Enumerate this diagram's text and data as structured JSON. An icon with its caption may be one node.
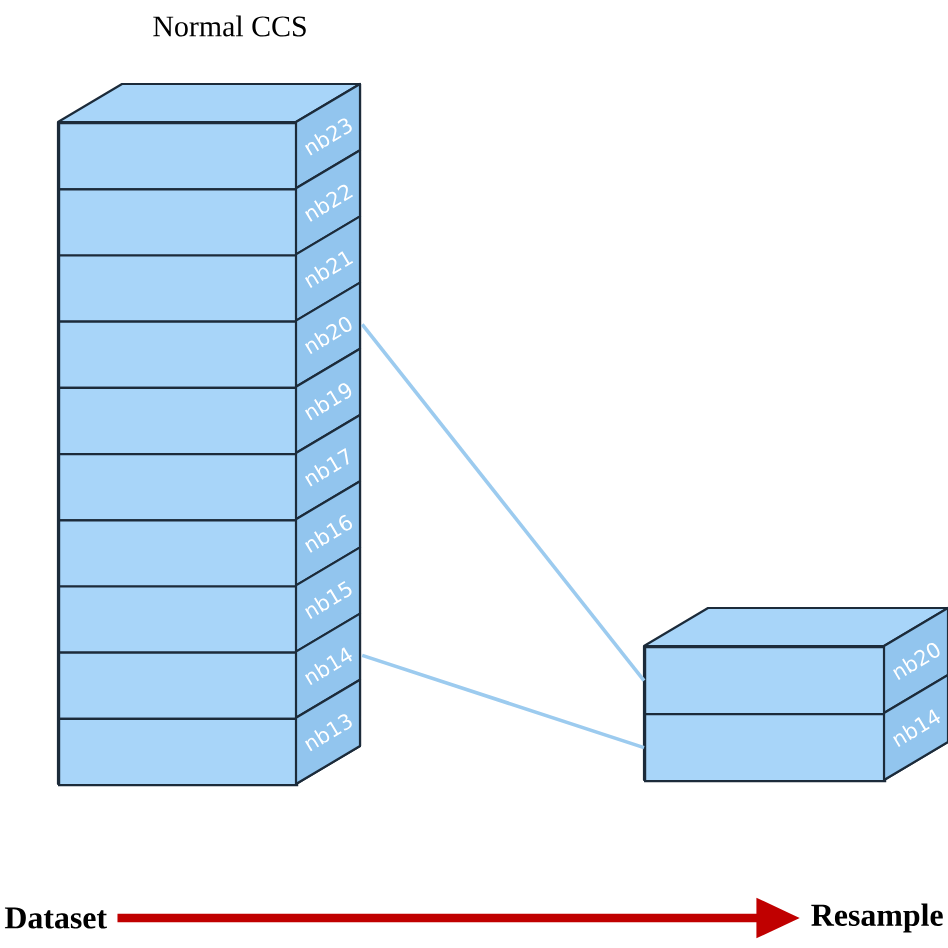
{
  "diagram": {
    "nodes": [
      {
        "text": [
          "Normal CCS"
        ]
      },
      {
        "text": [
          "nb23"
        ],
        "in": 0
      },
      {
        "text": [
          "nb22"
        ],
        "in": 0
      },
      {
        "text": [
          "nb21"
        ],
        "in": 0
      },
      {
        "text": [
          "nb20"
        ],
        "in": 0
      },
      {
        "text": [
          "nb19"
        ],
        "in": 0
      },
      {
        "text": [
          "nb17"
        ],
        "in": 0
      },
      {
        "text": [
          "nb16"
        ],
        "in": 0
      },
      {
        "text": [
          "nb15"
        ],
        "in": 0
      },
      {
        "text": [
          "nb14"
        ],
        "in": 0
      },
      {
        "text": [
          "nb13"
        ],
        "in": 0
      },
      {
        "text": [],
        "shape": "box"
      },
      {
        "text": [
          "nb20"
        ],
        "in": 11
      },
      {
        "text": [
          "nb14"
        ],
        "in": 11
      },
      {
        "text": [
          "Dataset"
        ]
      },
      {
        "text": [
          "Resample"
        ]
      }
    ],
    "edges": [
      {
        "from": 4,
        "to": 12,
        "arrow": "none"
      },
      {
        "from": 9,
        "to": 13,
        "arrow": "none"
      },
      {
        "from": 14,
        "to": 15,
        "arrow": "to",
        "style": "thick",
        "color": "#c00000"
      }
    ]
  }
}
